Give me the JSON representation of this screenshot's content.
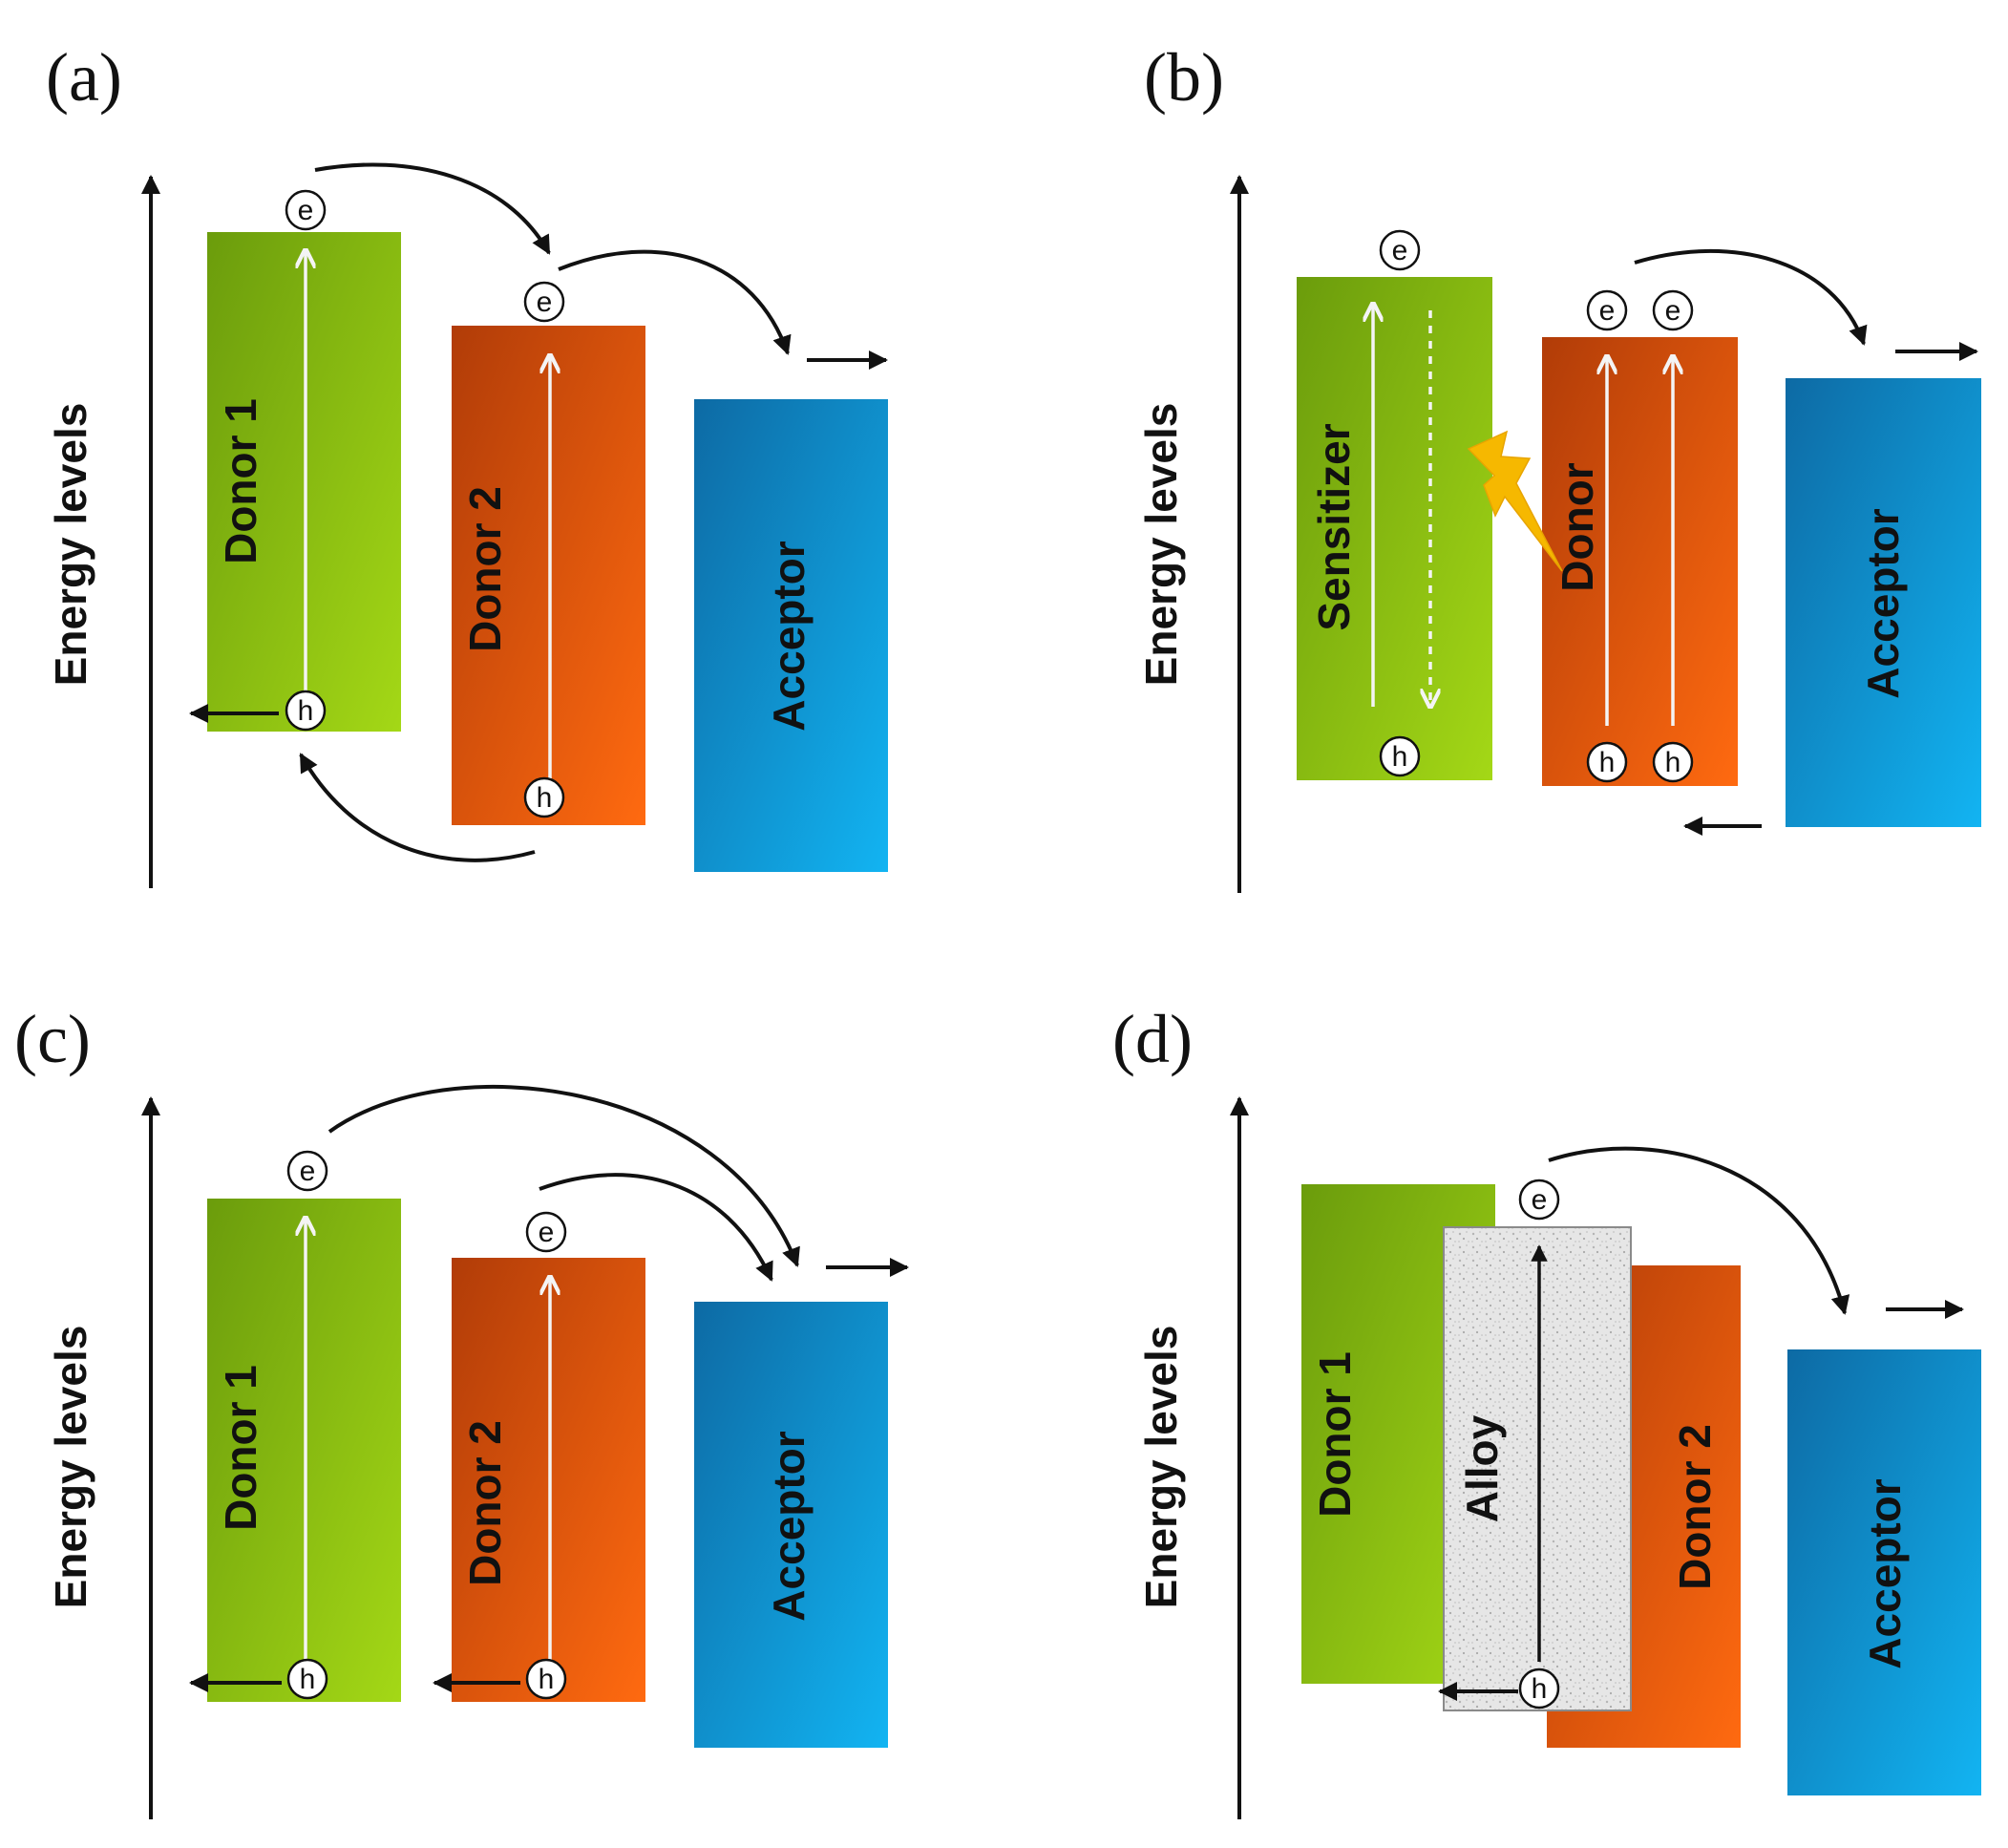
{
  "colors": {
    "donor1": [
      "#6b9c0c",
      "#a4d816"
    ],
    "donor2": [
      "#b13c08",
      "#ff6a10"
    ],
    "acceptor": [
      "#0d6aa4",
      "#12b4f2"
    ],
    "sensitizer": [
      "#6b9c0c",
      "#a4d816"
    ],
    "donor": [
      "#b13c08",
      "#ff6a10"
    ],
    "alloy": "#e4e4e4",
    "lightning": "#f6b800"
  },
  "icons": {
    "electron": "e-circle-icon",
    "hole": "h-circle-icon",
    "lightning": "lightning-bolt-icon"
  },
  "panels": {
    "a": {
      "letter": "(a)",
      "y_axis_label": "Energy levels",
      "labels": {
        "donor1": "Donor 1",
        "donor2": "Donor 2",
        "acceptor": "Acceptor"
      }
    },
    "b": {
      "letter": "(b)",
      "y_axis_label": "Energy levels",
      "labels": {
        "sensitizer": "Sensitizer",
        "donor": "Donor",
        "acceptor": "Acceptor"
      }
    },
    "c": {
      "letter": "(c)",
      "y_axis_label": "Energy levels",
      "labels": {
        "donor1": "Donor 1",
        "donor2": "Donor 2",
        "acceptor": "Acceptor"
      }
    },
    "d": {
      "letter": "(d)",
      "y_axis_label": "Energy levels",
      "labels": {
        "donor1": "Donor 1",
        "alloy": "Alloy",
        "donor2": "Donor 2",
        "acceptor": "Acceptor"
      }
    }
  },
  "carriers": {
    "electron": "e",
    "hole": "h"
  }
}
